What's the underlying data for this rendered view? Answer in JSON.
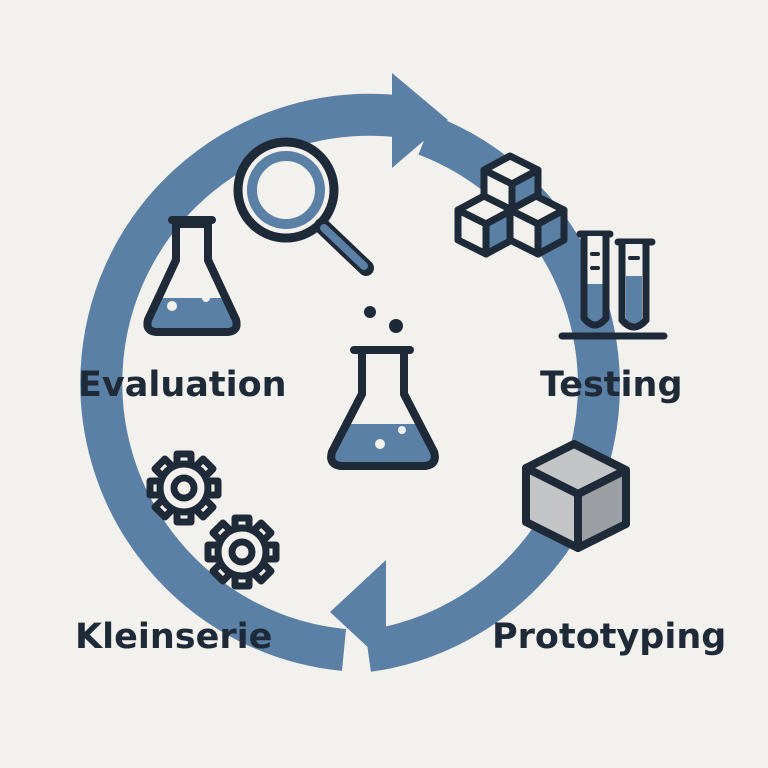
{
  "diagram": {
    "labels": {
      "evaluation": "Evaluation",
      "testing": "Testing",
      "kleinserie": "Kleinserie",
      "prototyping": "Prototyping"
    },
    "icons": {
      "center": "flask-with-bubbles-icon",
      "top_left": "flask-icon",
      "top": "magnifying-glass-icon",
      "top_right": "stacked-cubes-icon",
      "right": "test-tubes-icon",
      "bottom_right": "cube-icon",
      "bottom_left": "gears-icon"
    },
    "colors": {
      "background": "#f3f1ed",
      "cycle_ring": "#5b80a6",
      "icon_stroke": "#1f2a38",
      "icon_fill": "#5b80a6",
      "cube_fill": "#c4c5c7",
      "text": "#1f2a38"
    }
  }
}
